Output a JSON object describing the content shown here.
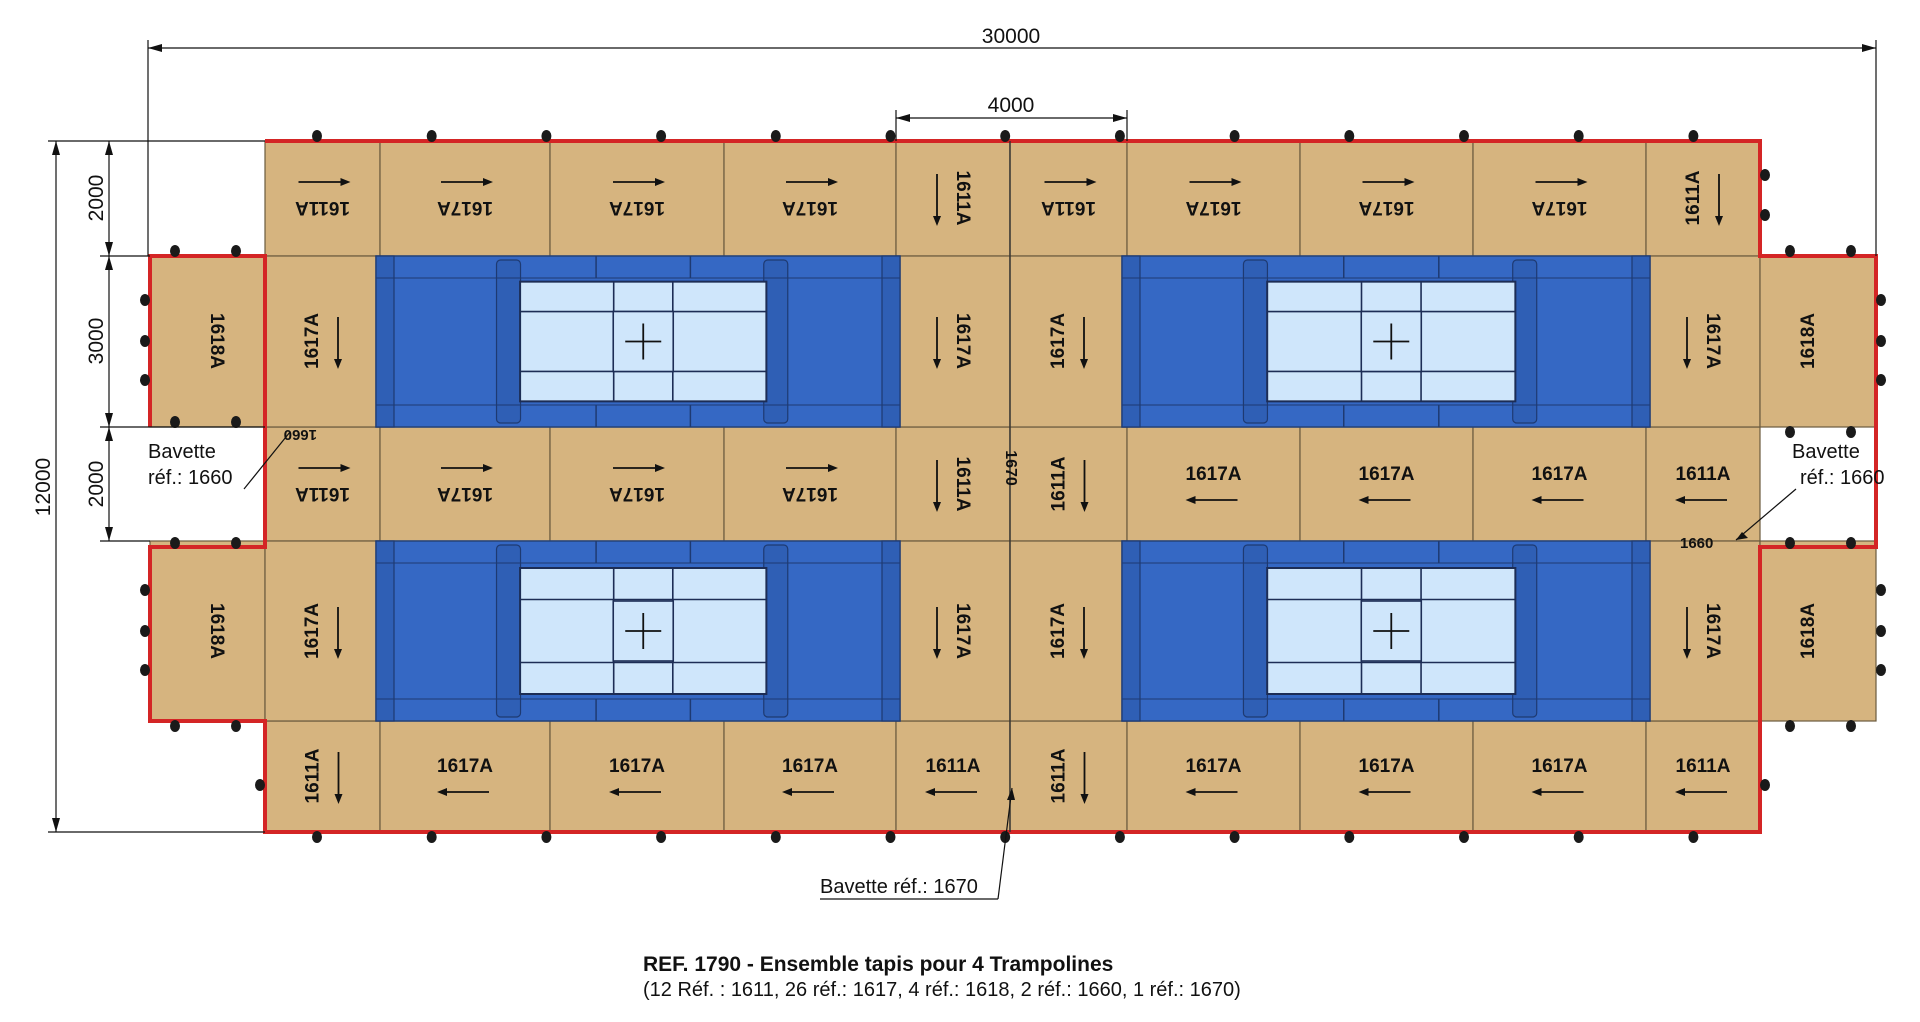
{
  "dimensions": {
    "total_width": "30000",
    "gap_width": "4000",
    "total_height": "12000",
    "row_top": "2000",
    "row_pad": "3000",
    "row_middle": "2000"
  },
  "notes": {
    "bavette_left_1": "Bavette",
    "bavette_left_2": "réf.: 1660",
    "bavette_right_1": "Bavette",
    "bavette_right_2": "réf.: 1660",
    "bavette_center": "Bavette réf.: 1670",
    "tag_1660": "1660",
    "tag_1670": "1670"
  },
  "caption": {
    "title": "REF. 1790 - Ensemble tapis pour 4 Trampolines",
    "subtitle": "(12 Réf. : 1611, 26 réf.: 1617, 4 réf.: 1618, 2 réf.: 1660, 1 réf.: 1670)"
  },
  "labels": {
    "m1611": "1611A",
    "m1617": "1617A",
    "m1618": "1618A"
  },
  "colors": {
    "mat": "#d6b47f",
    "pad": "#3568c4",
    "bed": "#cfe6fb",
    "border": "#d42525"
  }
}
